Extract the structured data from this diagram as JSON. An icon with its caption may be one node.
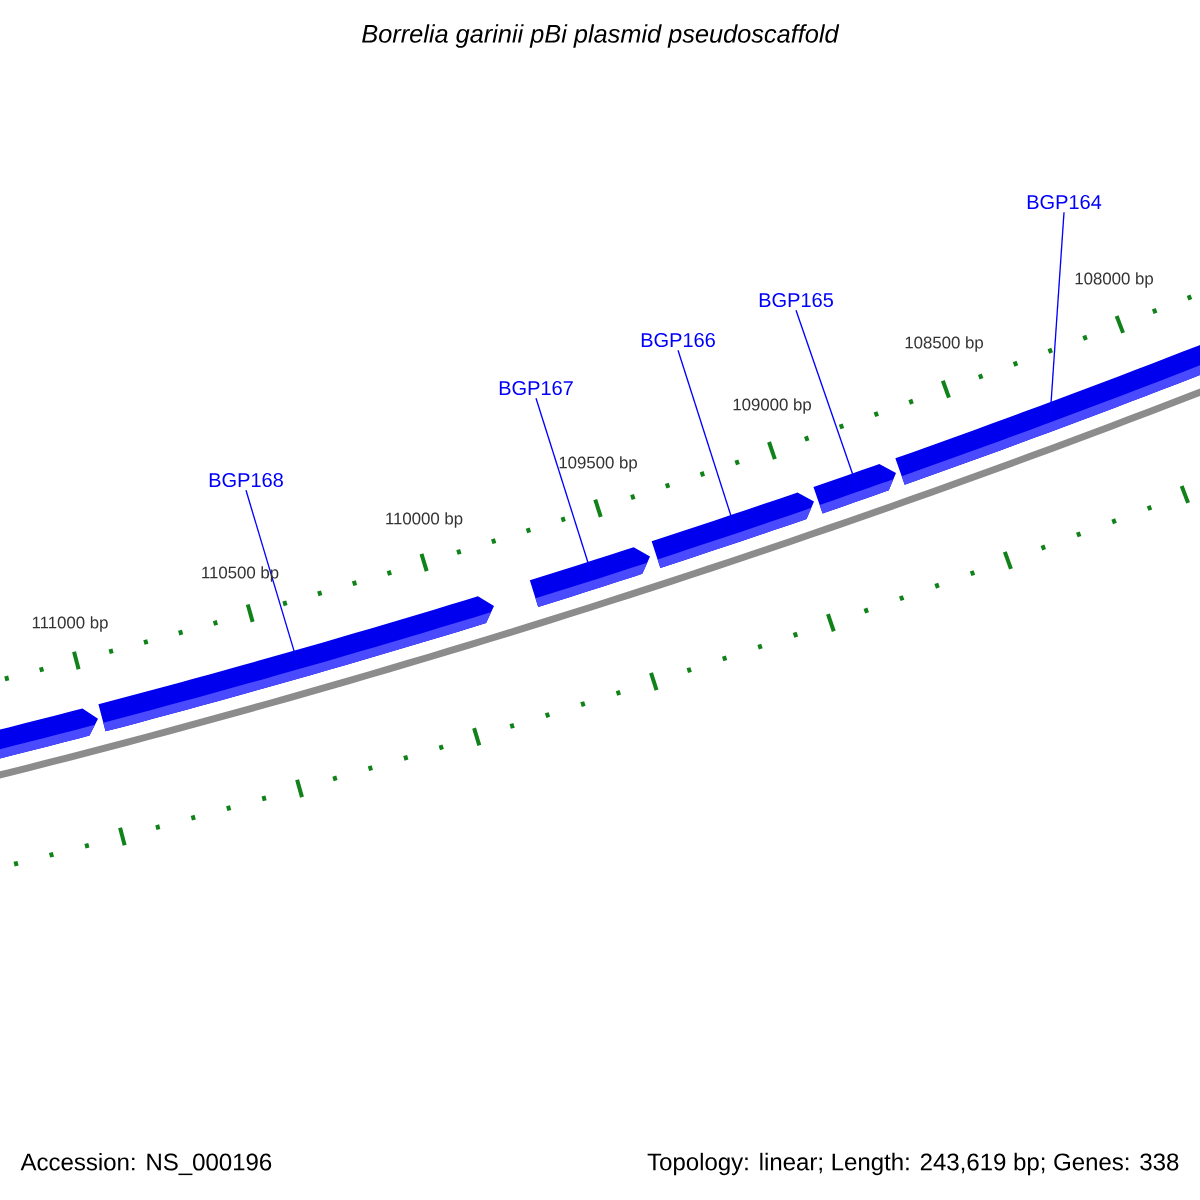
{
  "diagram": {
    "title": "Borrelia garinii pBi plasmid pseudoscaffold",
    "nodes": [
      {
        "text": [
          "BGP168"
        ]
      },
      {
        "text": [
          "BGP167"
        ]
      },
      {
        "text": [
          "BGP166"
        ]
      },
      {
        "text": [
          "BGP165"
        ]
      },
      {
        "text": [
          "BGP164"
        ]
      },
      {
        "text": [],
        "shape": "bar"
      },
      {
        "text": [],
        "shape": "bar"
      },
      {
        "text": [],
        "shape": "bar"
      },
      {
        "text": [],
        "shape": "bar"
      },
      {
        "text": [],
        "shape": "bar"
      },
      {
        "text": [],
        "shape": "bar"
      }
    ],
    "edges": [
      {
        "from": 0,
        "to": 6,
        "arrow": "none"
      },
      {
        "from": 1,
        "to": 7,
        "arrow": "none"
      },
      {
        "from": 2,
        "to": 8,
        "arrow": "none"
      },
      {
        "from": 3,
        "to": 9,
        "arrow": "none"
      },
      {
        "from": 4,
        "to": 10,
        "arrow": "none"
      }
    ],
    "labels": [
      "111000 bp",
      "110500 bp",
      "110000 bp",
      "109500 bp",
      "109000 bp",
      "108500 bp",
      "108000 bp",
      "Accession: NS_000196",
      "Topology: linear; Length: 243,619 bp; Genes: 338"
    ]
  }
}
